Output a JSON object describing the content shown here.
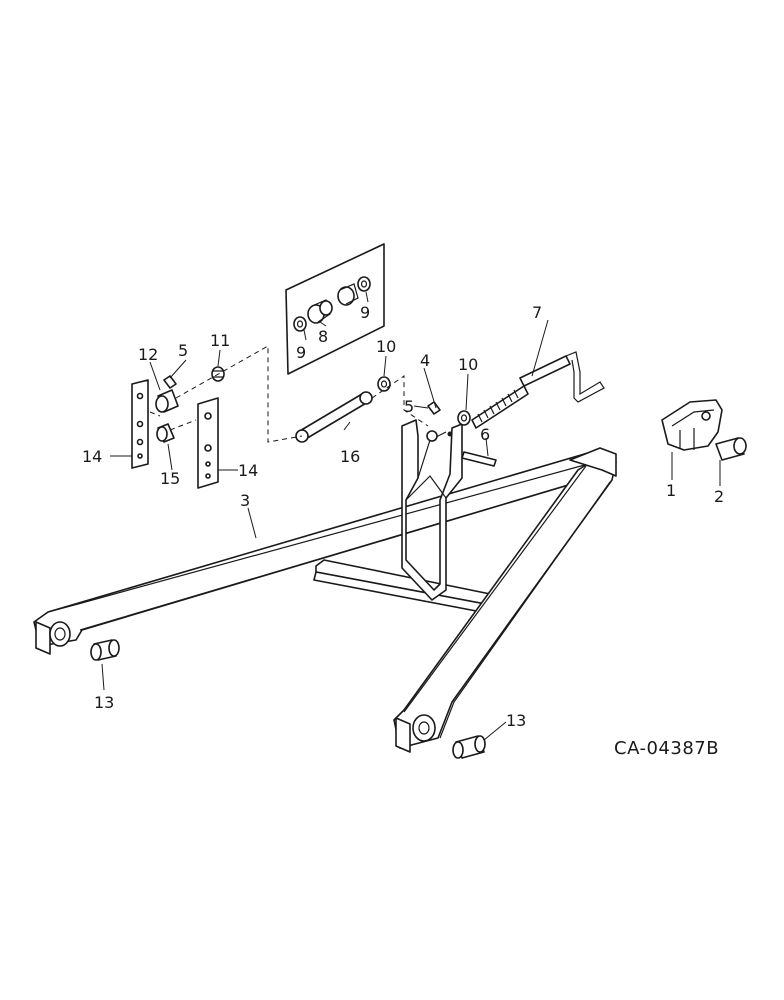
{
  "drawing_code": "CA-04387B",
  "callouts": {
    "c1": "1",
    "c2": "2",
    "c3": "3",
    "c4": "4",
    "c5a": "5",
    "c5b": "5",
    "c6": "6",
    "c7": "7",
    "c8": "8",
    "c9a": "9",
    "c9b": "9",
    "c10a": "10",
    "c10b": "10",
    "c11": "11",
    "c12": "12",
    "c13a": "13",
    "c13b": "13",
    "c14a": "14",
    "c14b": "14",
    "c15": "15",
    "c16": "16"
  }
}
